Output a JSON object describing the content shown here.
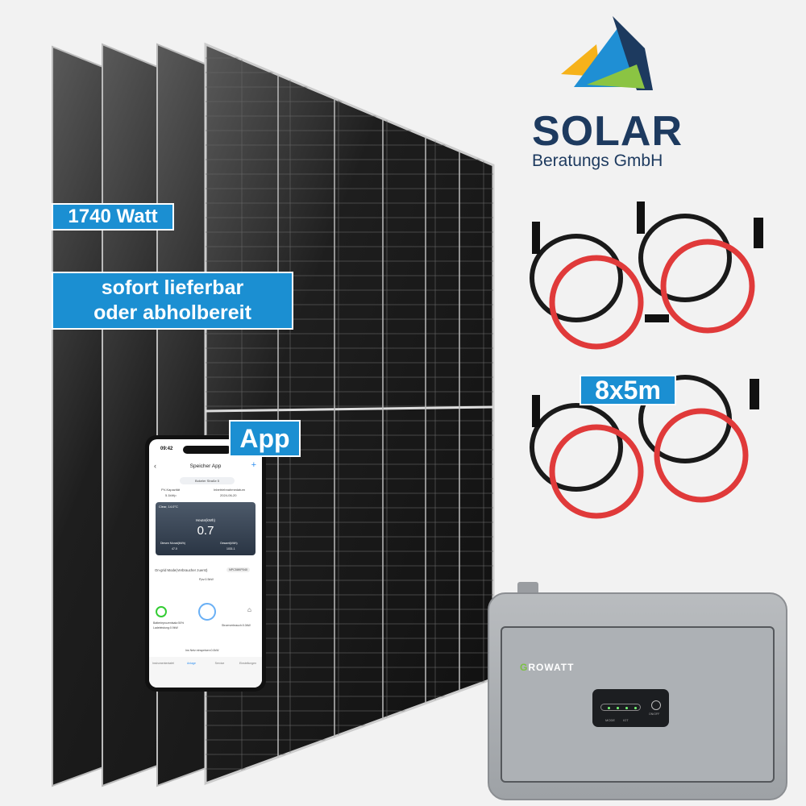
{
  "logo": {
    "brand": "SOLAR",
    "subtitle": "Beratungs GmbH"
  },
  "badges": {
    "power": "1740 Watt",
    "availability_line1": "sofort lieferbar",
    "availability_line2": "oder abholbereit",
    "app": "App",
    "cables": "8x5m"
  },
  "phone": {
    "time": "09:42",
    "title": "Speicher App",
    "address": "Bokeler Straße 5",
    "pv_label": "PV-Kapazität",
    "pv_value": "5.1kWp",
    "date_label": "Inbetriebnahmedatum",
    "date_value": "2024-06-20",
    "weather": "Clear, 14.0°C",
    "today_label": "Heute(kWh)",
    "today_value": "0.7",
    "month_label": "Diesen Monat(kWh)",
    "month_value": "47.0",
    "total_label": "Gesamt(kWh)",
    "total_value": "1031.1",
    "mode": "On-grid Mode(Verbraucher zuerst)",
    "device": "NPC58KP040",
    "ppv": "Ppv:0.5kW",
    "battery_info": "Batterieprozentsatz:50%",
    "charge": "Ladeleistung:0.9kW",
    "consumption": "Stromverbrauch:0.0kW",
    "grid": "Ins Netz einspeisen:0.0kW",
    "nav": [
      "Instrumententafel",
      "Anlage",
      "Service",
      "Einstellungen"
    ]
  },
  "battery": {
    "brand": "GROWATT",
    "mode_label": "MODE",
    "iot_label": "IOT",
    "power_label": "ON/OFF"
  },
  "colors": {
    "badge": "#1b8fd2",
    "logo": "#1d3a5f",
    "cable_red": "#e03a3a"
  }
}
